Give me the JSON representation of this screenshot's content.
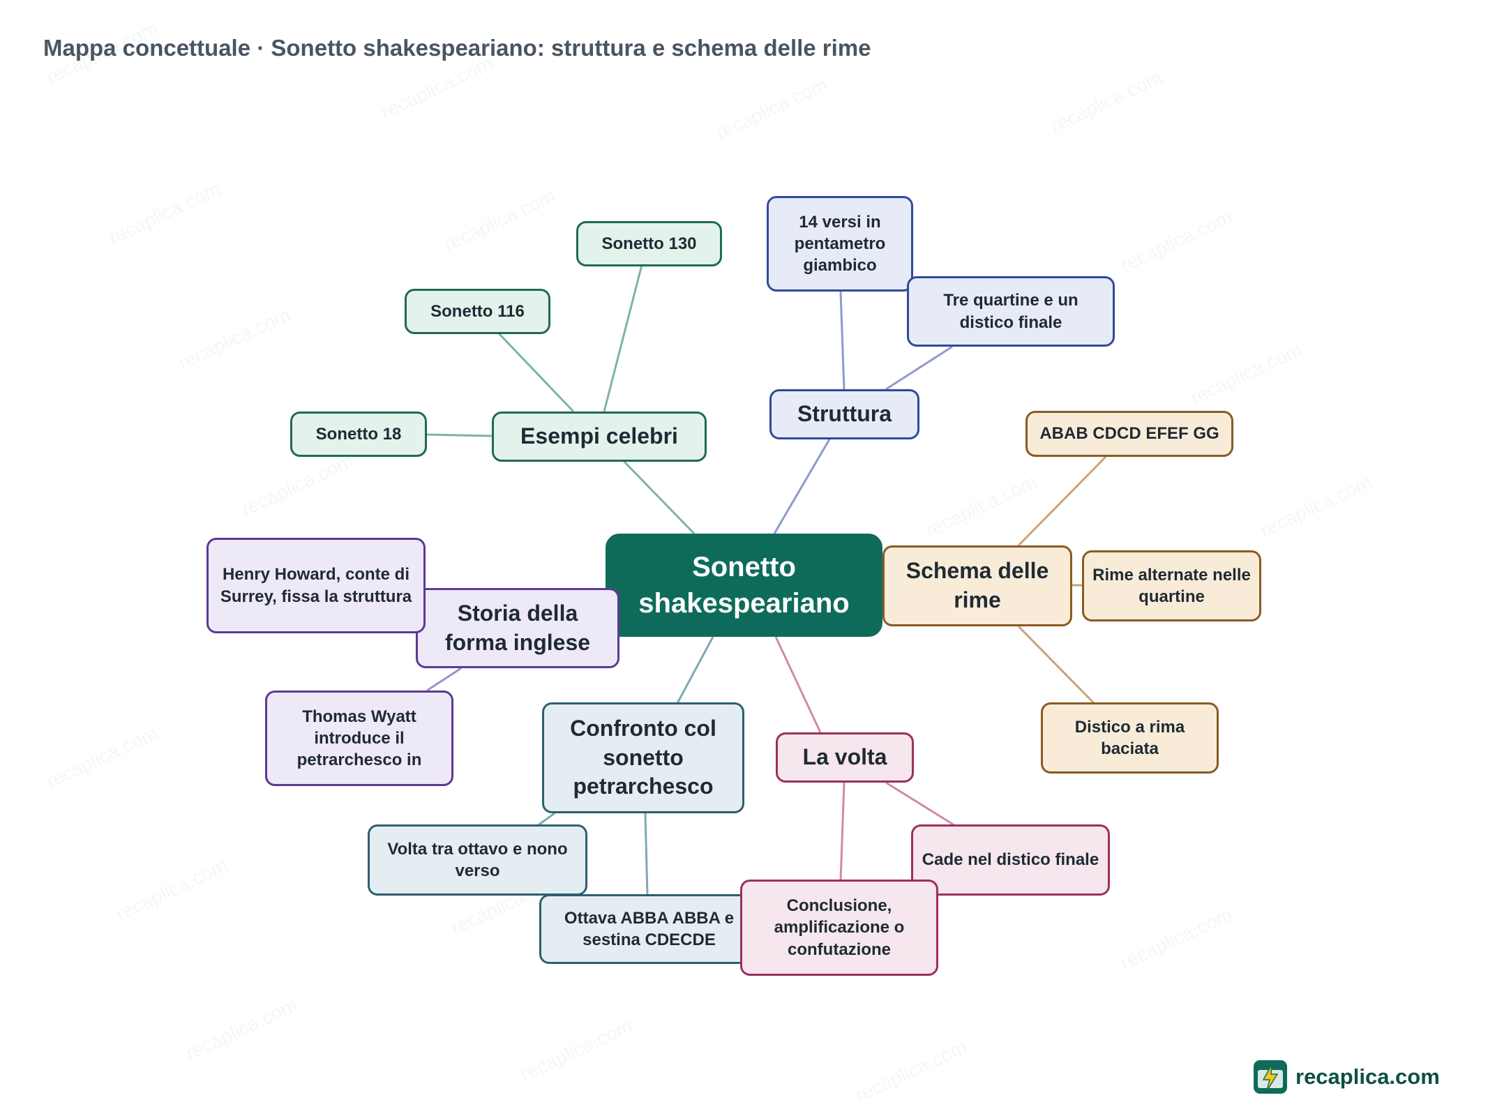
{
  "title": "Mappa concettuale · Sonetto shakespeariano: struttura e schema delle rime",
  "colors": {
    "center": "#0e6b5a",
    "esempi": "#1e6b55",
    "struttura": "#2f4a9a",
    "schema": "#8a5a22",
    "storia": "#5b3a94",
    "confronto": "#2e5f6e",
    "volta": "#9c2f5d"
  },
  "center": {
    "label": "Sonetto shakespeariano"
  },
  "branches": {
    "esempi": {
      "label": "Esempi celebri",
      "children": [
        "Sonetto 18",
        "Sonetto 116",
        "Sonetto 130"
      ]
    },
    "struttura": {
      "label": "Struttura",
      "children": [
        "14 versi in pentametro giambico",
        "Tre quartine e un distico finale"
      ]
    },
    "schema": {
      "label": "Schema delle rime",
      "children": [
        "ABAB CDCD EFEF GG",
        "Rime alternate nelle quartine",
        "Distico a rima baciata"
      ]
    },
    "storia": {
      "label": "Storia della forma inglese",
      "children": [
        "Henry Howard, conte di Surrey, fissa la struttura",
        "Thomas Wyatt introduce il petrarchesco in"
      ]
    },
    "confronto": {
      "label": "Confronto col sonetto petrarchesco",
      "children": [
        "Volta tra ottavo e nono verso",
        "Ottava ABBA ABBA e sestina CDECDE"
      ]
    },
    "volta": {
      "label": "La volta",
      "children": [
        "Cade nel distico finale",
        "Conclusione, amplificazione o confutazione"
      ]
    }
  },
  "brand": {
    "text": "recaplica.com",
    "icon": "lightning-book-icon"
  },
  "watermark": "recaplica.com"
}
